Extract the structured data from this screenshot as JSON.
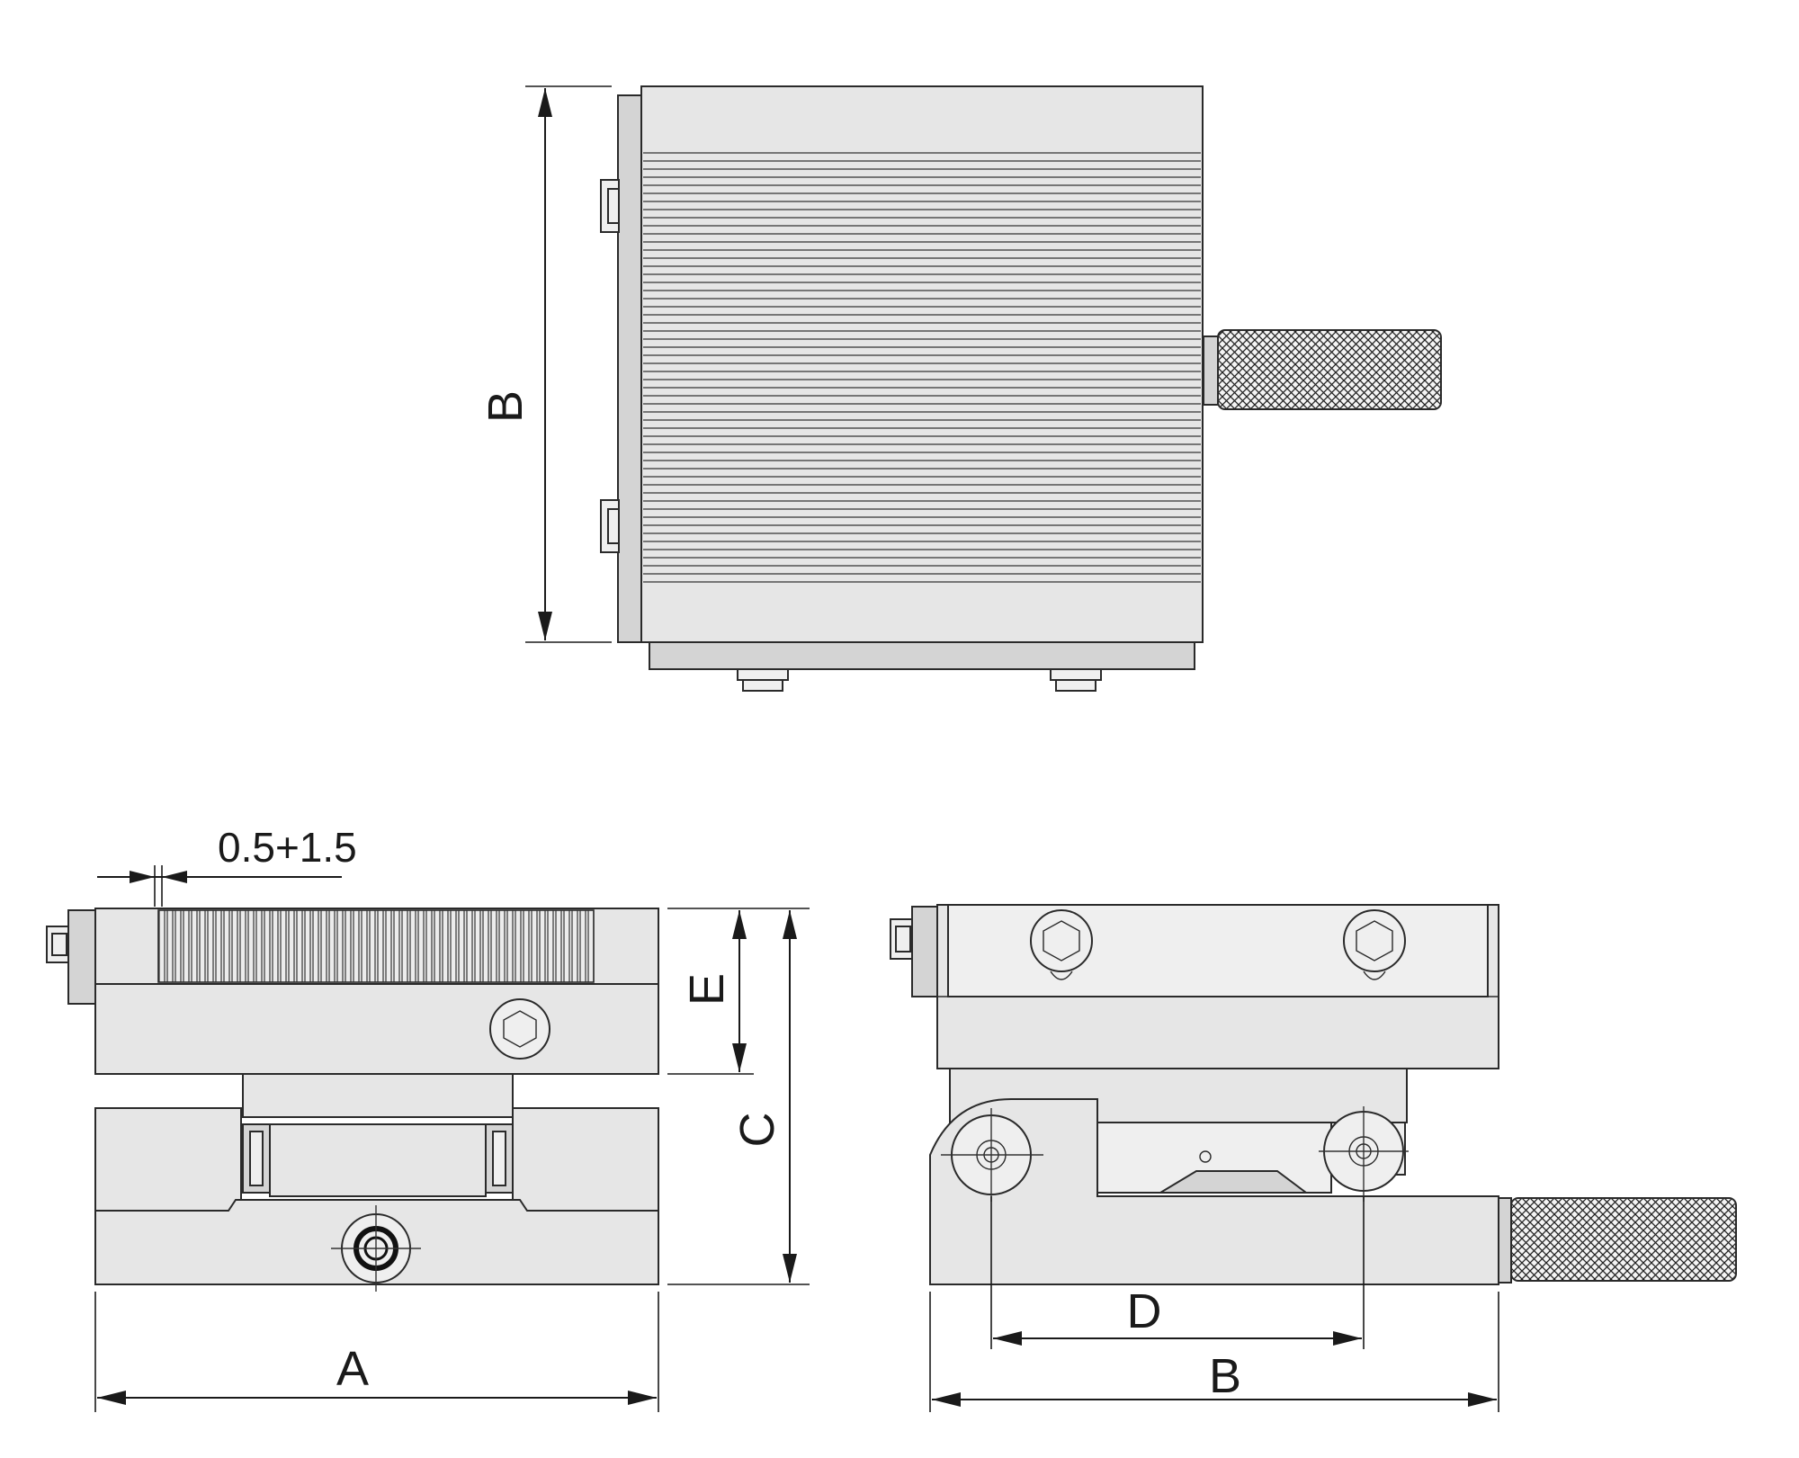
{
  "labels": {
    "top_view_B": "B",
    "front_view_tolerance": "0.5+1.5",
    "front_view_E": "E",
    "front_view_C": "C",
    "front_view_A": "A",
    "side_view_D": "D",
    "side_view_B": "B"
  }
}
